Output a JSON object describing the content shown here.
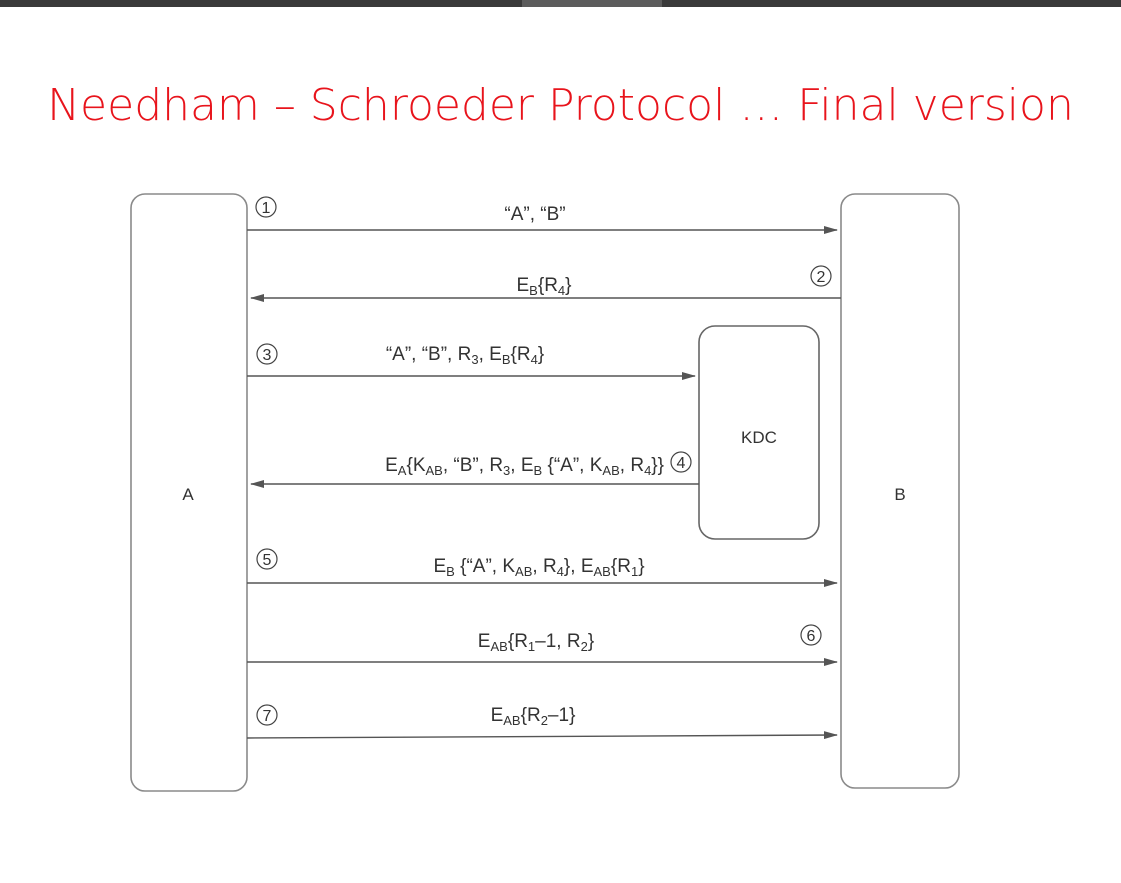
{
  "title": "Needham – Schroeder Protocol … Final version",
  "entities": {
    "a": "A",
    "b": "B",
    "kdc": "KDC"
  },
  "messages": [
    {
      "step": "1",
      "from": "A",
      "to": "B"
    },
    {
      "step": "2",
      "from": "B",
      "to": "A"
    },
    {
      "step": "3",
      "from": "A",
      "to": "KDC"
    },
    {
      "step": "4",
      "from": "KDC",
      "to": "A"
    },
    {
      "step": "5",
      "from": "A",
      "to": "B"
    },
    {
      "step": "6",
      "from": "A",
      "to": "B"
    },
    {
      "step": "7",
      "from": "A",
      "to": "B"
    }
  ],
  "label_text": {
    "q_a": "“A”",
    "q_b": "“B”",
    "comma": ", ",
    "E": "E",
    "K": "K",
    "R": "R",
    "A": "A",
    "B": "B",
    "AB": "AB",
    "n1": "1",
    "n2": "2",
    "n3": "3",
    "n4": "4",
    "lbrace": "{",
    "rbrace": "}",
    "rbrace2": "}}",
    "minus1": "–1",
    "space": " "
  },
  "colors": {
    "title": "#e8141c",
    "lines": "#555555",
    "text": "#333333"
  }
}
